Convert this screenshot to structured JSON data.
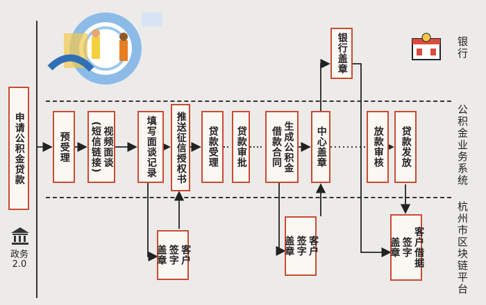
{
  "lanes": {
    "bank": "银行",
    "gjj": "公积金业务系统",
    "chain": "杭州市区块链平台"
  },
  "apply": "申请公积金贷款",
  "gov": {
    "name": "政务",
    "ver": "2.0"
  },
  "steps": {
    "s1": [
      "预受理"
    ],
    "s2": [
      "视频面谈",
      "(短信链接)"
    ],
    "s3": [
      "填写面谈记录"
    ],
    "s4": [
      "推送征信授权书"
    ],
    "s5": [
      "贷款受理"
    ],
    "s6": [
      "贷款审批"
    ],
    "s7": [
      "生成公积金",
      "借款合同"
    ],
    "s8": [
      "中心盖章"
    ],
    "s9": [
      "放款审核"
    ],
    "s10": [
      "贷款发放"
    ],
    "bank_seal": [
      "银行盖章"
    ],
    "sign1": [
      "盖章",
      "签字",
      "客户"
    ],
    "sign2": [
      "盖章",
      "签字",
      "客户"
    ],
    "sign3": [
      "盖章",
      "签字",
      "客户借据"
    ]
  },
  "colors": {
    "border": "#c84a32",
    "line": "#222222"
  }
}
